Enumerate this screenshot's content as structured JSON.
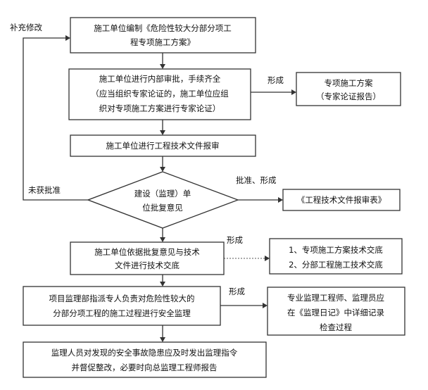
{
  "steps": {
    "compile": {
      "lines": [
        "施工单位编制《危险性较大分部分项工",
        "程专项施工方案》"
      ]
    },
    "review": {
      "lines": [
        "施工单位进行内部审批，手续齐全",
        "（应当组织专家论证的，施工单位应组",
        "织对专项施工方案进行专家论证）"
      ]
    },
    "submit": {
      "lines": [
        "施工单位进行工程技术文件报审"
      ]
    },
    "approval": {
      "lines": [
        "建设（监理）单",
        "位批复意见"
      ]
    },
    "disclose": {
      "lines": [
        "施工单位依据批复意见与技术",
        "文件进行技术交底"
      ]
    },
    "supervise": {
      "lines": [
        "项目监理部指派专人负责对危险性较大的",
        "分部分项工程的施工过程进行安全监理"
      ]
    },
    "instruct": {
      "lines": [
        "监理人员对发现的安全事故隐患应及时发出监理指令",
        "并督促整改，必要时向总监理工程师报告"
      ]
    }
  },
  "outputs": {
    "plan": {
      "lines": [
        "专项施工方案",
        "（专家论证报告）"
      ]
    },
    "report_form": {
      "lines": [
        "《工程技术文件报审表》"
      ]
    },
    "disclosure": {
      "lines": [
        "1、专项施工方案技术交底",
        "2、分部工程施工技术交底"
      ]
    },
    "diary": {
      "lines": [
        "专业监理工程师、监理员应",
        "在《监理日记》中详细记录",
        "检查过程"
      ]
    }
  },
  "edge_labels": {
    "revise": "补充修改",
    "not_approved": "未获批准",
    "form1": "形成",
    "approved": "批准、形成",
    "form2": "形成",
    "form3": "形成"
  }
}
